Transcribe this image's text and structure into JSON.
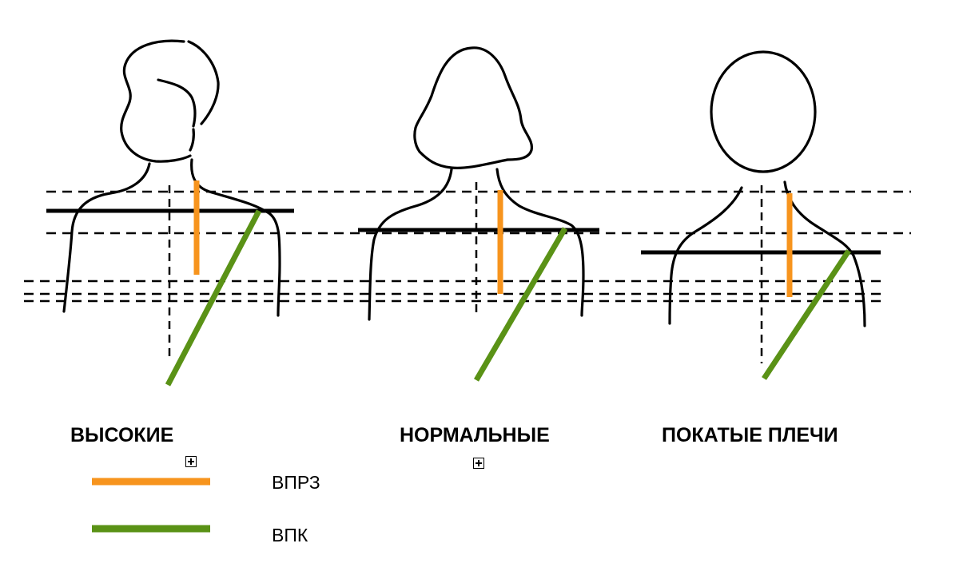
{
  "figures": [
    {
      "id": "high",
      "label": "ВЫСОКИЕ"
    },
    {
      "id": "normal",
      "label": "НОРМАЛЬНЫЕ"
    },
    {
      "id": "sloping",
      "label": "ПОКАТЫЕ ПЛЕЧИ"
    }
  ],
  "legend": {
    "items": [
      {
        "label": "ВПРЗ",
        "color": "#f7941d",
        "meaning": "orange-line"
      },
      {
        "label": "ВПК",
        "color": "#5a9216",
        "meaning": "green-line"
      }
    ]
  },
  "colors": {
    "outline": "#000000",
    "vprz": "#f7941d",
    "vpk": "#5a9216",
    "guides": "#000000"
  },
  "icons": {
    "marker": "plus-box-icon"
  }
}
